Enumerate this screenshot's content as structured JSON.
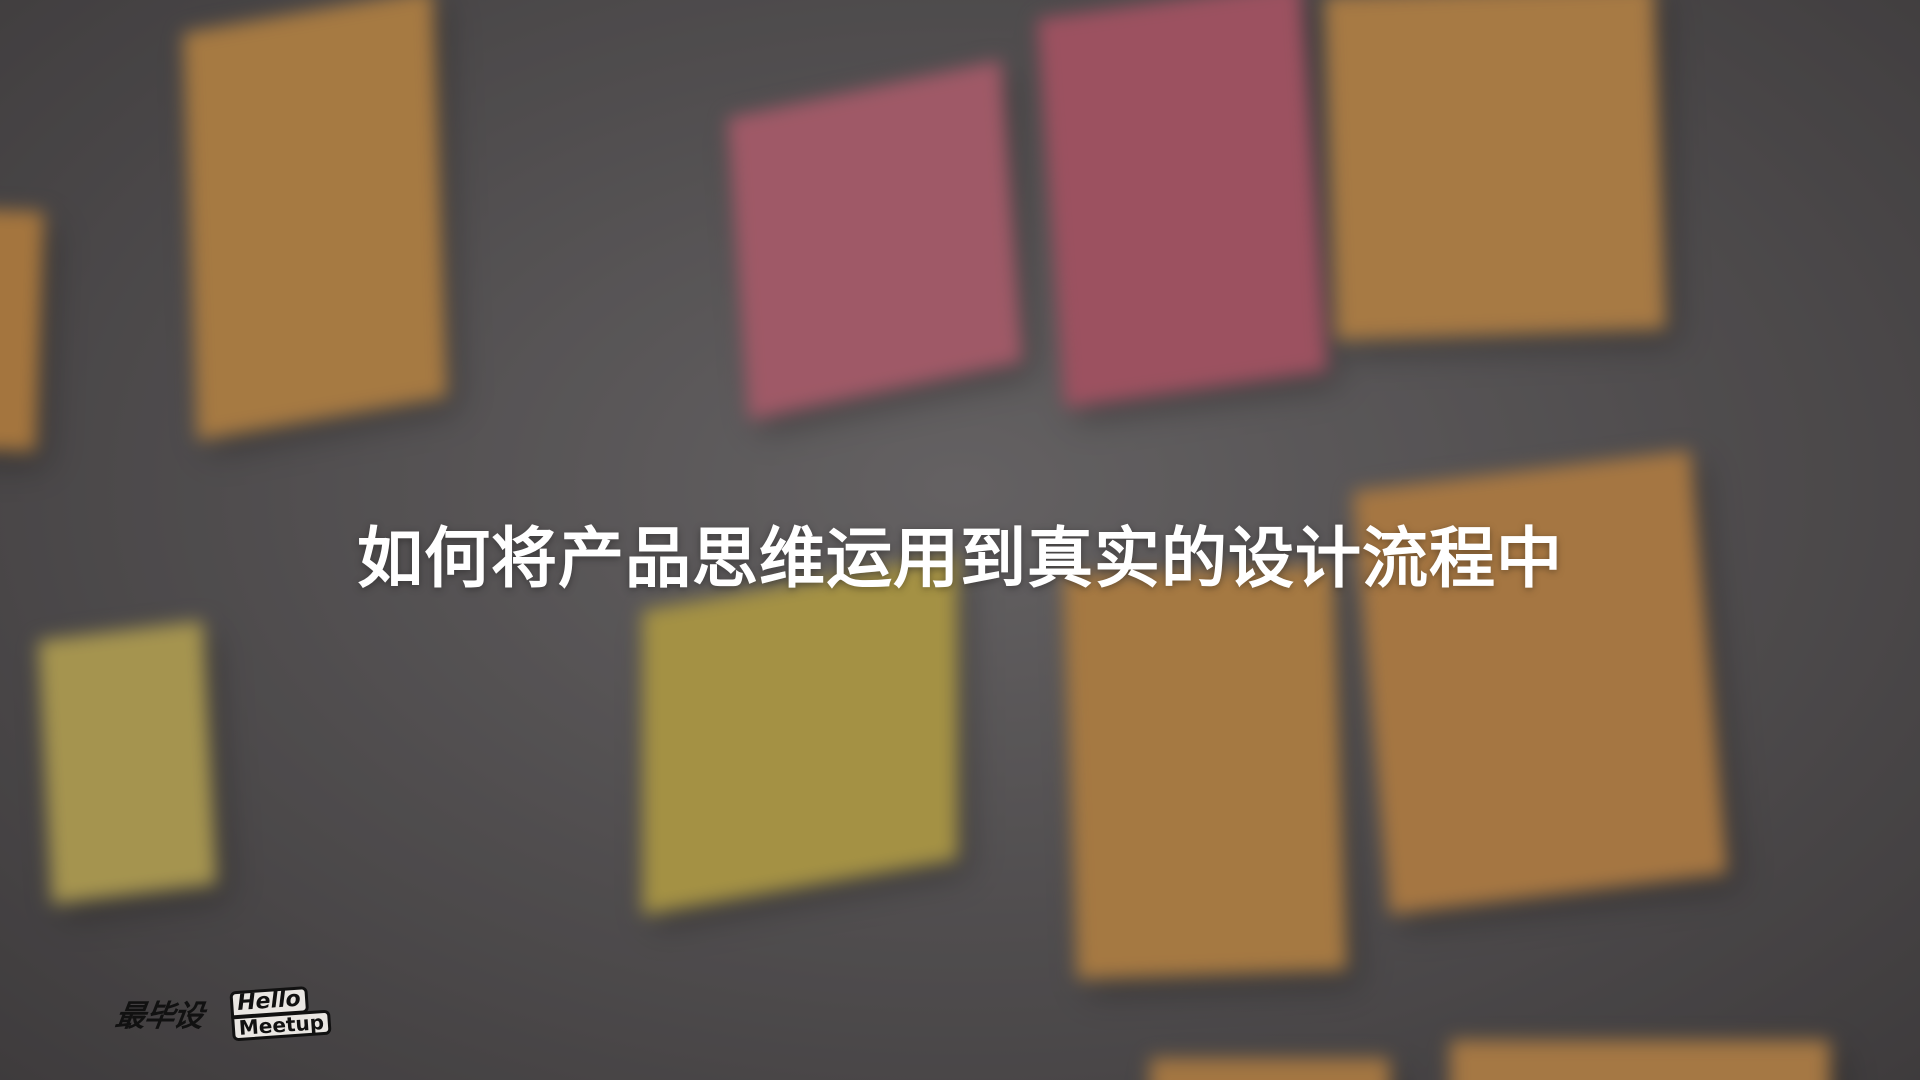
{
  "slide": {
    "title": "如何将产品思维运用到真实的设计流程中"
  },
  "logos": {
    "left_logo_text": "最毕设",
    "badge_line1": "Hello",
    "badge_line2": "Meetup"
  },
  "colors": {
    "sticky_orange": "#f2a24d",
    "sticky_pink": "#e56f86",
    "sticky_yellow": "#f0d25a",
    "wall": "#e9e6e7",
    "title_text": "#ffffff"
  }
}
